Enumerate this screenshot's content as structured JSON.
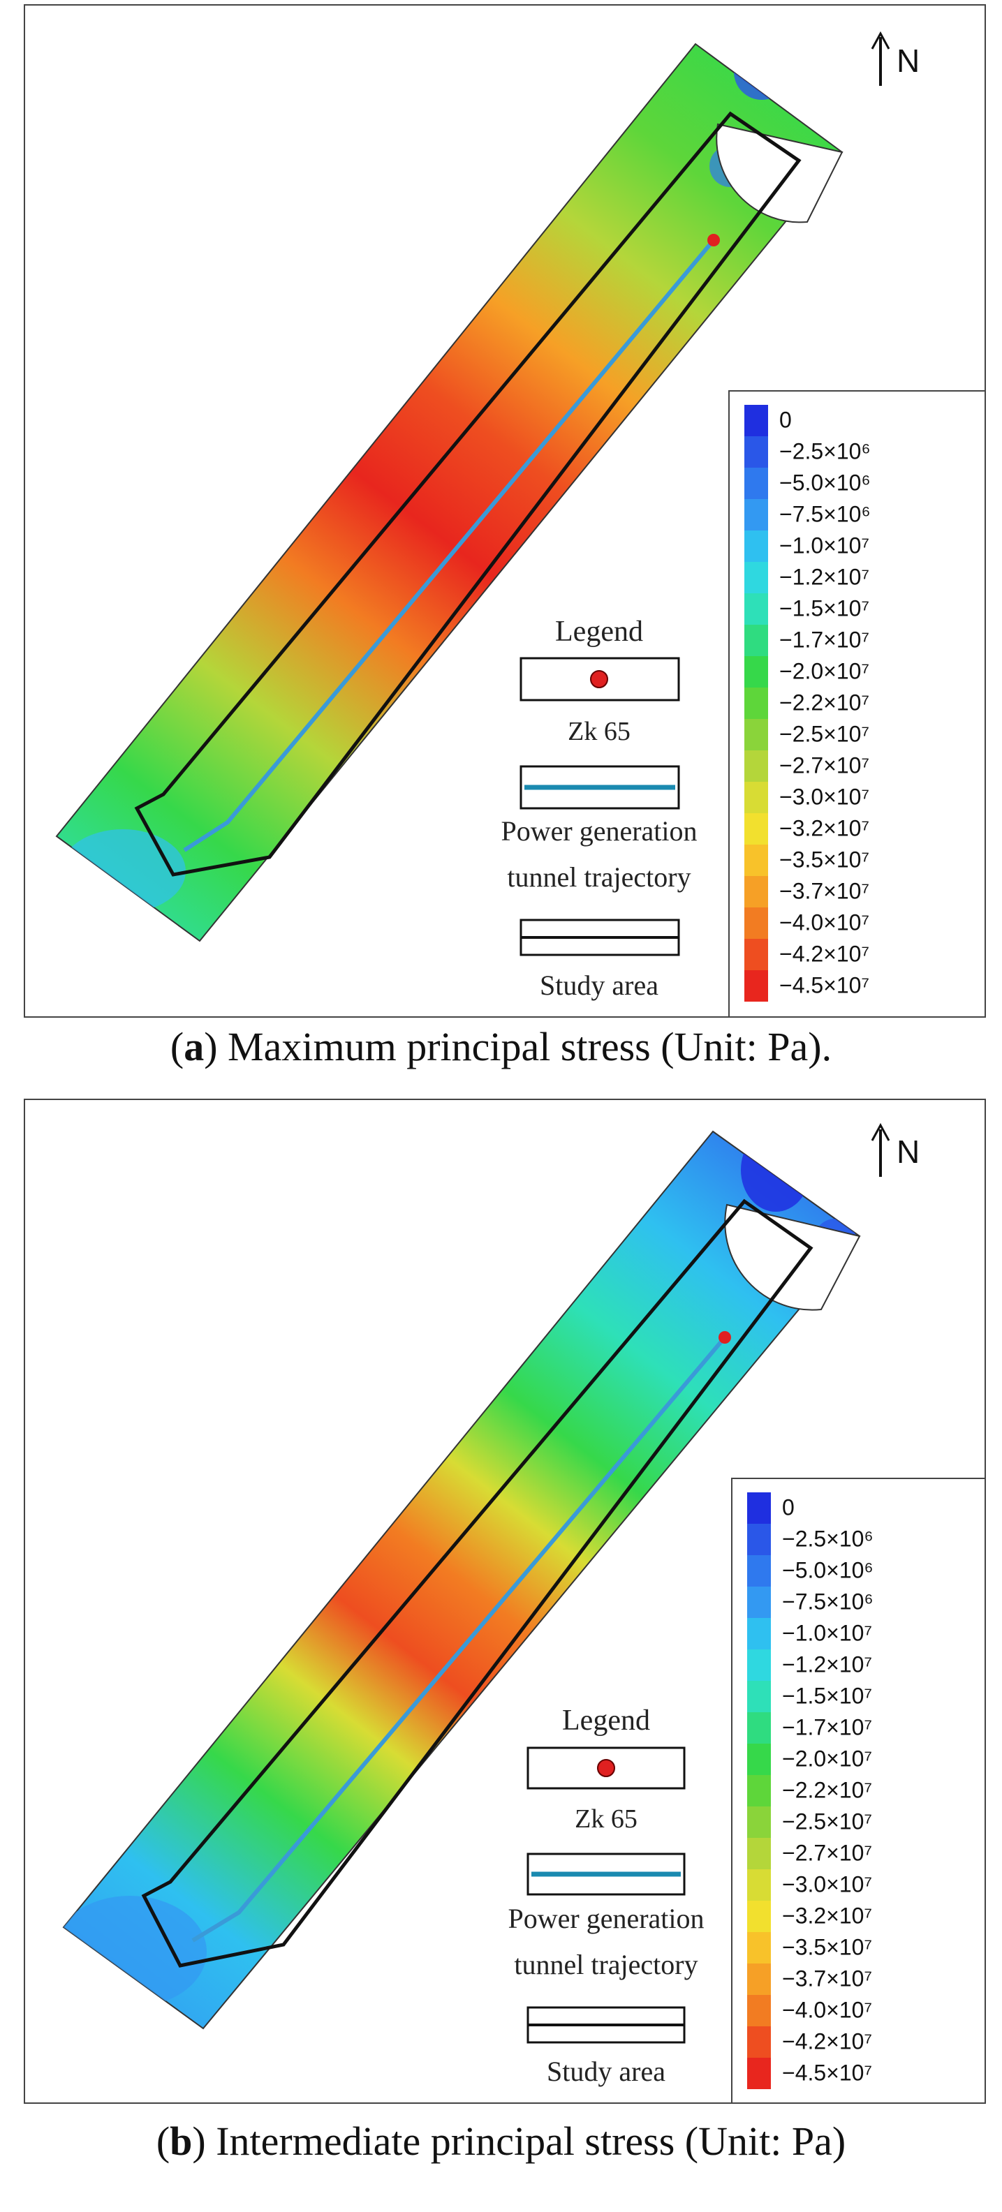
{
  "panels": [
    {
      "id": "a",
      "caption_letter": "a",
      "caption_text": ") Maximum principal stress (Unit: Pa).",
      "north_label": "N",
      "legend_title": "Legend",
      "legend_items": [
        "Zk 65",
        "Power generation",
        "tunnel trajectory",
        "Study area"
      ],
      "scale_labels": [
        "0",
        "−2.5×10⁶",
        "−5.0×10⁶",
        "−7.5×10⁶",
        "−1.0×10⁷",
        "−1.2×10⁷",
        "−1.5×10⁷",
        "−1.7×10⁷",
        "−2.0×10⁷",
        "−2.2×10⁷",
        "−2.5×10⁷",
        "−2.7×10⁷",
        "−3.0×10⁷",
        "−3.2×10⁷",
        "−3.5×10⁷",
        "−3.7×10⁷",
        "−4.0×10⁷",
        "−4.2×10⁷",
        "−4.5×10⁷"
      ]
    },
    {
      "id": "b",
      "caption_letter": "b",
      "caption_text": ") Intermediate principal stress (Unit: Pa)",
      "north_label": "N",
      "legend_title": "Legend",
      "legend_items": [
        "Zk 65",
        "Power generation",
        "tunnel trajectory",
        "Study area"
      ],
      "scale_labels": [
        "0",
        "−2.5×10⁶",
        "−5.0×10⁶",
        "−7.5×10⁶",
        "−1.0×10⁷",
        "−1.2×10⁷",
        "−1.5×10⁷",
        "−1.7×10⁷",
        "−2.0×10⁷",
        "−2.2×10⁷",
        "−2.5×10⁷",
        "−2.7×10⁷",
        "−3.0×10⁷",
        "−3.2×10⁷",
        "−3.5×10⁷",
        "−3.7×10⁷",
        "−4.0×10⁷",
        "−4.2×10⁷",
        "−4.5×10⁷"
      ]
    }
  ],
  "colors": {
    "scale": [
      "#1f2fe0",
      "#2a57e8",
      "#2f79ee",
      "#3399f2",
      "#2fc0f0",
      "#2fd8e0",
      "#2ee0b8",
      "#2fdc80",
      "#36d84a",
      "#5ed63a",
      "#8ad43a",
      "#b4d63a",
      "#d8dc34",
      "#f2e02e",
      "#f8c22a",
      "#f6a026",
      "#f27c22",
      "#ee4e20",
      "#e8261e"
    ],
    "trajectory": "#3a9ad8",
    "marker": "#e02020"
  }
}
